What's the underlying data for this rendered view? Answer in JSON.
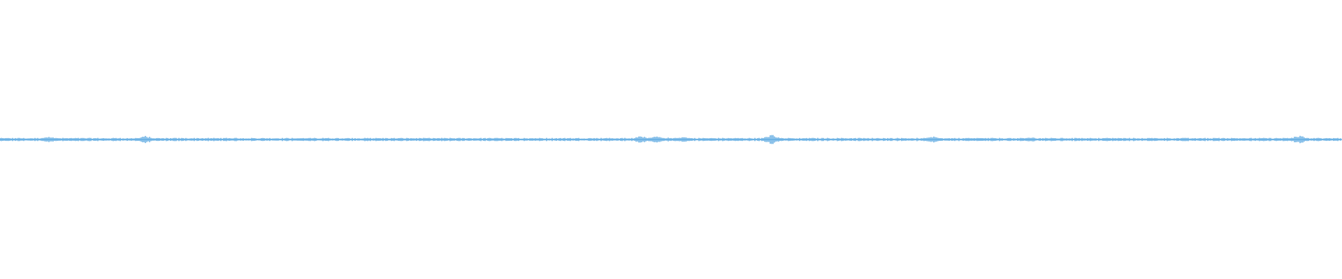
{
  "waveform": {
    "color": "#5aa8e0",
    "background": "#ffffff",
    "baseline_fraction": 0.5,
    "duration_fraction_bursts": [
      {
        "pos": 0.0,
        "amp": 0.1
      },
      {
        "pos": 0.036,
        "amp": 0.18
      },
      {
        "pos": 0.063,
        "amp": 0.07
      },
      {
        "pos": 0.098,
        "amp": 0.08
      },
      {
        "pos": 0.108,
        "amp": 0.22
      },
      {
        "pos": 0.142,
        "amp": 0.06
      },
      {
        "pos": 0.168,
        "amp": 0.08
      },
      {
        "pos": 0.175,
        "amp": 0.07
      },
      {
        "pos": 0.23,
        "amp": 0.1
      },
      {
        "pos": 0.243,
        "amp": 0.06
      },
      {
        "pos": 0.29,
        "amp": 0.05
      },
      {
        "pos": 0.318,
        "amp": 0.09
      },
      {
        "pos": 0.378,
        "amp": 0.05
      },
      {
        "pos": 0.392,
        "amp": 0.05
      },
      {
        "pos": 0.435,
        "amp": 0.06
      },
      {
        "pos": 0.478,
        "amp": 0.22
      },
      {
        "pos": 0.488,
        "amp": 0.2
      },
      {
        "pos": 0.497,
        "amp": 0.12
      },
      {
        "pos": 0.509,
        "amp": 0.16
      },
      {
        "pos": 0.575,
        "amp": 0.28
      },
      {
        "pos": 0.59,
        "amp": 0.06
      },
      {
        "pos": 0.606,
        "amp": 0.04
      },
      {
        "pos": 0.633,
        "amp": 0.05
      },
      {
        "pos": 0.648,
        "amp": 0.06
      },
      {
        "pos": 0.675,
        "amp": 0.05
      },
      {
        "pos": 0.696,
        "amp": 0.18
      },
      {
        "pos": 0.722,
        "amp": 0.1
      },
      {
        "pos": 0.738,
        "amp": 0.06
      },
      {
        "pos": 0.768,
        "amp": 0.14
      },
      {
        "pos": 0.796,
        "amp": 0.05
      },
      {
        "pos": 0.812,
        "amp": 0.1
      },
      {
        "pos": 0.832,
        "amp": 0.08
      },
      {
        "pos": 0.869,
        "amp": 0.08
      },
      {
        "pos": 0.902,
        "amp": 0.07
      },
      {
        "pos": 0.918,
        "amp": 0.06
      },
      {
        "pos": 0.968,
        "amp": 0.24
      },
      {
        "pos": 0.99,
        "amp": 0.08
      }
    ]
  }
}
